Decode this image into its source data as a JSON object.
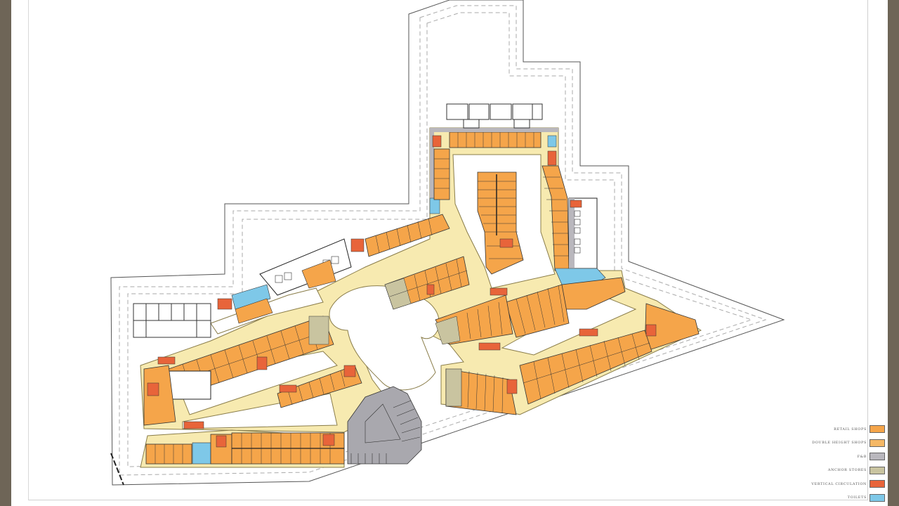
{
  "drawing": {
    "type": "Shopping mall ground floor plan",
    "colors": {
      "background_frame": "#6e6557",
      "sheet": "#ffffff",
      "corridor": "#f7eab0",
      "retail": "#f5a54a",
      "double_height": "#f5b866",
      "fnb": "#b9b7bd",
      "anchor": "#c9c4a0",
      "vertical_circulation": "#e8643a",
      "toilets": "#7ec8e8",
      "parking": "#a9a8ae",
      "outline": "#333333",
      "setback": "#aaaaaa"
    }
  },
  "legend": {
    "items": [
      {
        "label": "RETAIL SHOPS",
        "color": "#f5a54a"
      },
      {
        "label": "DOUBLE HEIGHT SHOPS",
        "color": "#f5b866"
      },
      {
        "label": "F&B",
        "color": "#b9b7bd"
      },
      {
        "label": "ANCHOR STORES",
        "color": "#c9c4a0"
      },
      {
        "label": "VERTICAL CIRCULATION",
        "color": "#e8643a"
      },
      {
        "label": "TOILETS",
        "color": "#7ec8e8"
      }
    ]
  }
}
